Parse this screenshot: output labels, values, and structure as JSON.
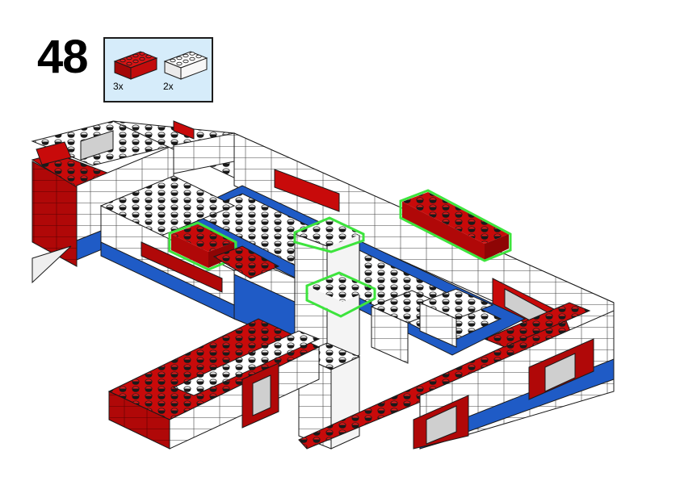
{
  "step": {
    "number": "48"
  },
  "parts": [
    {
      "quantity": "3x",
      "icon": "red-2x4-brick-icon",
      "color": "#c80a0a"
    },
    {
      "quantity": "2x",
      "icon": "white-2x4-brick-icon",
      "color": "#ffffff"
    }
  ],
  "colors": {
    "brick_red": "#c80a0a",
    "brick_red_dark": "#8e0505",
    "brick_white": "#ffffff",
    "brick_blue": "#1f5bc6",
    "brick_blue_dark": "#103c8e",
    "highlight": "#3de43d",
    "outline": "#1a1a1a"
  }
}
